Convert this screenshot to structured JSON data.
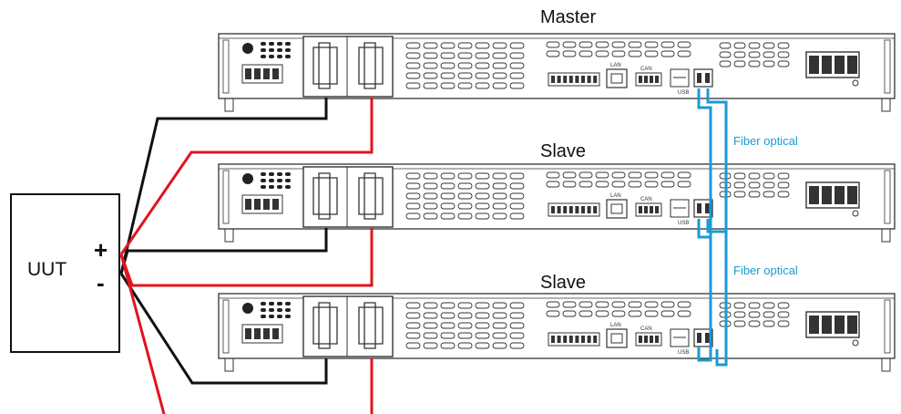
{
  "units": [
    {
      "title": "Master"
    },
    {
      "title": "Slave"
    },
    {
      "title": "Slave"
    }
  ],
  "fiber_labels": [
    "Fiber optical",
    "Fiber optical"
  ],
  "uut": {
    "label": "UUT",
    "plus": "+",
    "minus": "-"
  },
  "panel_text": {
    "lan": "LAN",
    "can": "CAN",
    "usb": "USB"
  },
  "colors": {
    "positive_cable": "#e0141e",
    "negative_cable": "#111111",
    "fiber": "#1a9ad6",
    "panel_line": "#333333"
  }
}
